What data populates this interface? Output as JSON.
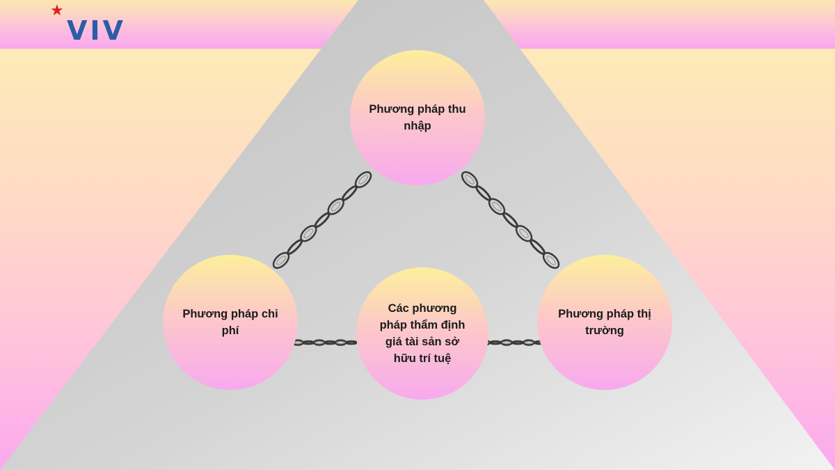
{
  "logo": {
    "text": "VIV",
    "star": "★",
    "star_color": "#e0201f",
    "text_color": "#2d5ca7"
  },
  "diagram": {
    "center": "Các phương pháp thẩm định giá tài sản sở hữu trí tuệ",
    "top": "Phương pháp thu nhập",
    "left": "Phương pháp chi phí",
    "right": "Phương pháp thị trường"
  },
  "connectors": [
    "center-left",
    "center-right",
    "top-left",
    "top-right"
  ]
}
